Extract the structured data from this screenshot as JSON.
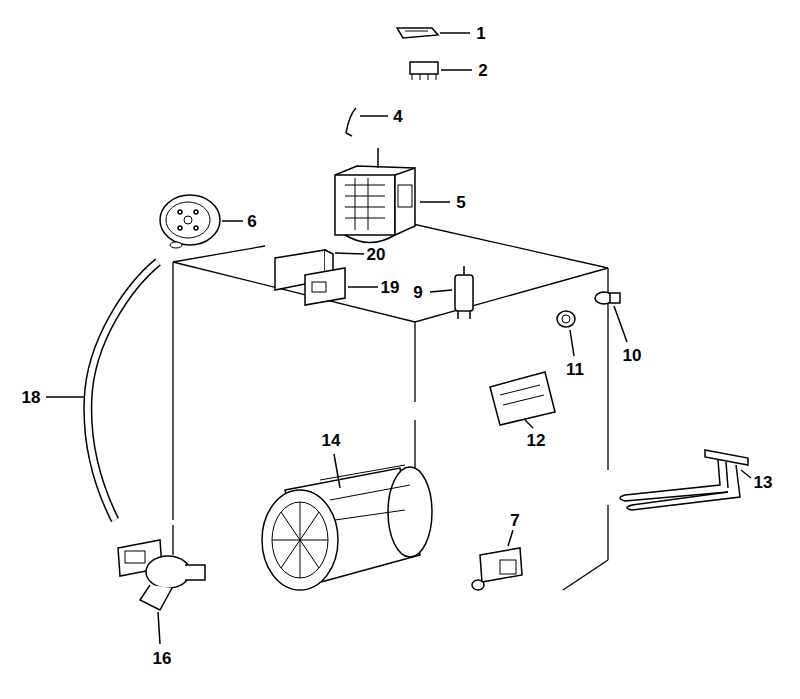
{
  "diagram": {
    "labels": [
      "1",
      "2",
      "4",
      "5",
      "6",
      "20",
      "19",
      "9",
      "11",
      "10",
      "18",
      "12",
      "13",
      "14",
      "7",
      "16"
    ]
  }
}
